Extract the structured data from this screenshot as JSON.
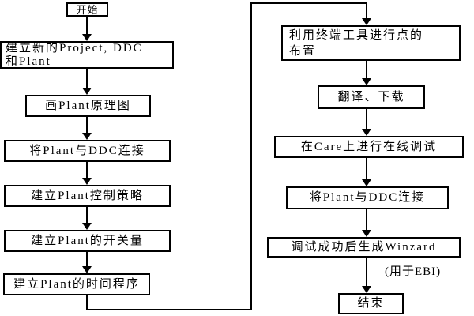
{
  "diagram": {
    "title": "CARE/DDC engineering workflow flowchart",
    "colors": {
      "background": "#ffffff",
      "line": "#000000",
      "text": "#000000"
    },
    "nodes": [
      {
        "id": "start",
        "label": "开始"
      },
      {
        "id": "create-project",
        "label": "建立新的Project, DDC\n和Plant"
      },
      {
        "id": "draw-plant-diagram",
        "label": "画Plant原理图"
      },
      {
        "id": "connect-plant-ddc-1",
        "label": "将Plant与DDC连接"
      },
      {
        "id": "control-strategy",
        "label": "建立Plant控制策略"
      },
      {
        "id": "switch-quantity",
        "label": "建立Plant的开关量"
      },
      {
        "id": "time-program",
        "label": "建立Plant的时间程序"
      },
      {
        "id": "terminal-points",
        "label": "利用终端工具进行点的\n布置"
      },
      {
        "id": "translate-download",
        "label": "翻译、下载"
      },
      {
        "id": "online-debug-care",
        "label": "在Care上进行在线调试"
      },
      {
        "id": "connect-plant-ddc-2",
        "label": "将Plant与DDC连接"
      },
      {
        "id": "generate-winzard",
        "label": "调试成功后生成Winzard"
      },
      {
        "id": "end",
        "label": "结束"
      }
    ],
    "annotation": {
      "label": "(用于EBI)"
    },
    "edges": [
      [
        "start",
        "create-project"
      ],
      [
        "create-project",
        "draw-plant-diagram"
      ],
      [
        "draw-plant-diagram",
        "connect-plant-ddc-1"
      ],
      [
        "connect-plant-ddc-1",
        "control-strategy"
      ],
      [
        "control-strategy",
        "switch-quantity"
      ],
      [
        "switch-quantity",
        "time-program"
      ],
      [
        "time-program",
        "terminal-points"
      ],
      [
        "terminal-points",
        "translate-download"
      ],
      [
        "translate-download",
        "online-debug-care"
      ],
      [
        "online-debug-care",
        "connect-plant-ddc-2"
      ],
      [
        "connect-plant-ddc-2",
        "generate-winzard"
      ],
      [
        "generate-winzard",
        "end"
      ]
    ]
  }
}
